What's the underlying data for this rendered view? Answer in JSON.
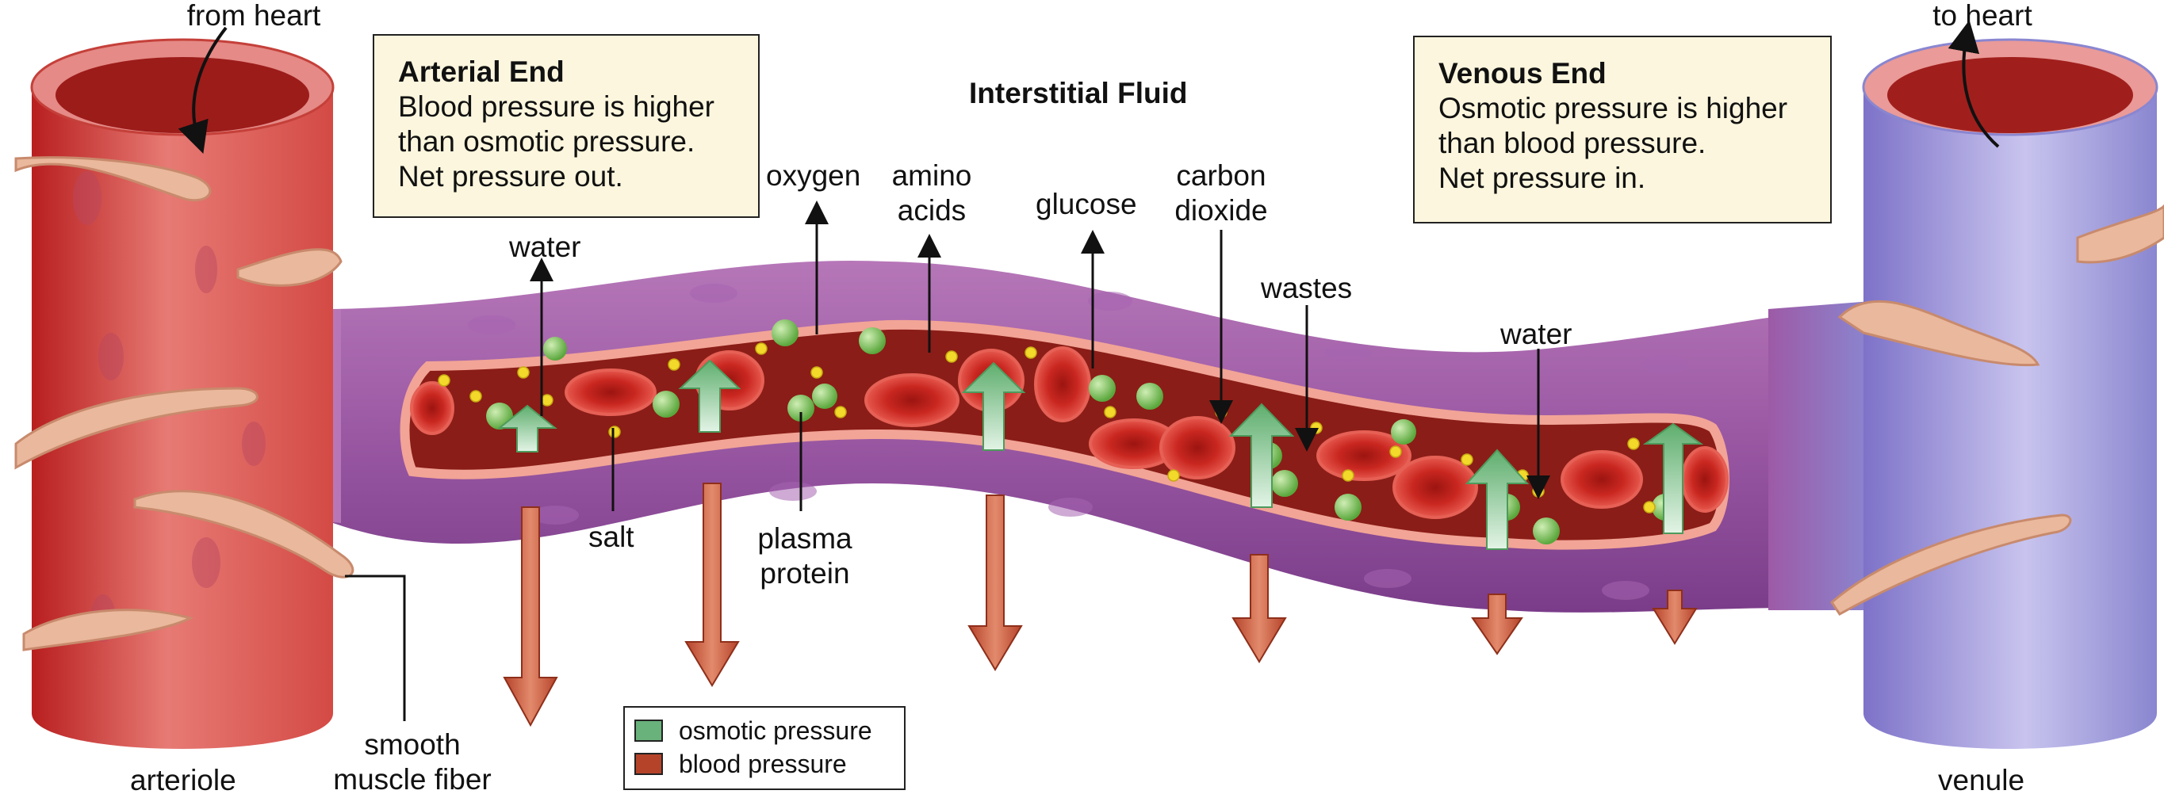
{
  "labels": {
    "from_heart": "from heart",
    "to_heart": "to heart",
    "interstitial_fluid": "Interstitial Fluid",
    "oxygen": "oxygen",
    "amino_acids": [
      "amino",
      "acids"
    ],
    "glucose": "glucose",
    "carbon_dioxide": [
      "carbon",
      "dioxide"
    ],
    "wastes": "wastes",
    "water_left": "water",
    "water_right": "water",
    "salt": "salt",
    "plasma_protein": [
      "plasma",
      "protein"
    ],
    "smooth_muscle_fiber": [
      "smooth",
      "muscle fiber"
    ],
    "arteriole": "arteriole",
    "venule": "venule"
  },
  "arterial_box": {
    "title": "Arterial End",
    "lines": [
      "Blood pressure is higher",
      "than osmotic pressure.",
      "Net pressure out."
    ]
  },
  "venous_box": {
    "title": "Venous End",
    "lines": [
      "Osmotic pressure is higher",
      "than blood pressure.",
      "Net pressure in."
    ]
  },
  "legend": {
    "osmotic_label": "osmotic pressure",
    "blood_label": "blood pressure",
    "osmotic_color": "#6ab27c",
    "blood_color": "#b5432a"
  },
  "colors": {
    "arteriole": "#d0332f",
    "venule": "#8a86d0",
    "capillary_wall": "#9d5aa6",
    "blood": "#7d1a15",
    "rbc": "#d12a22",
    "plasma_protein": "#7cc25a",
    "salt": "#f1d52a",
    "muscle_fiber": "#eab89c"
  }
}
